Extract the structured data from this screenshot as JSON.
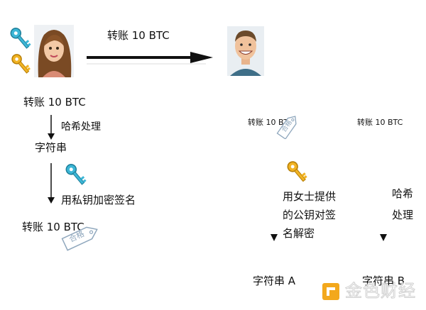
{
  "top": {
    "arrow_label": "转账 10 BTC"
  },
  "left": {
    "message": "转账 10 BTC",
    "step_hash": "哈希处理",
    "hash_result": "字符串",
    "step_sign": "用私钥加密签名",
    "signed_message": "转账 10 BTC",
    "stamp": "合格"
  },
  "right": {
    "signed_message": "转账 10 BTC",
    "stamp": "合格",
    "message": "转账 10 BTC",
    "verify_lines": [
      "用女士提供",
      "的公钥对签",
      "名解密"
    ],
    "hash_lines": [
      "哈希",
      "处理"
    ],
    "result_a": "字符串 A",
    "result_b": "字符串 B"
  },
  "watermark": {
    "text": "金色财经"
  },
  "colors": {
    "private_key": "#3cb6d6",
    "public_key": "#f1b324",
    "stamp": "#8fa7bd",
    "watermark": "#f3a81c"
  }
}
